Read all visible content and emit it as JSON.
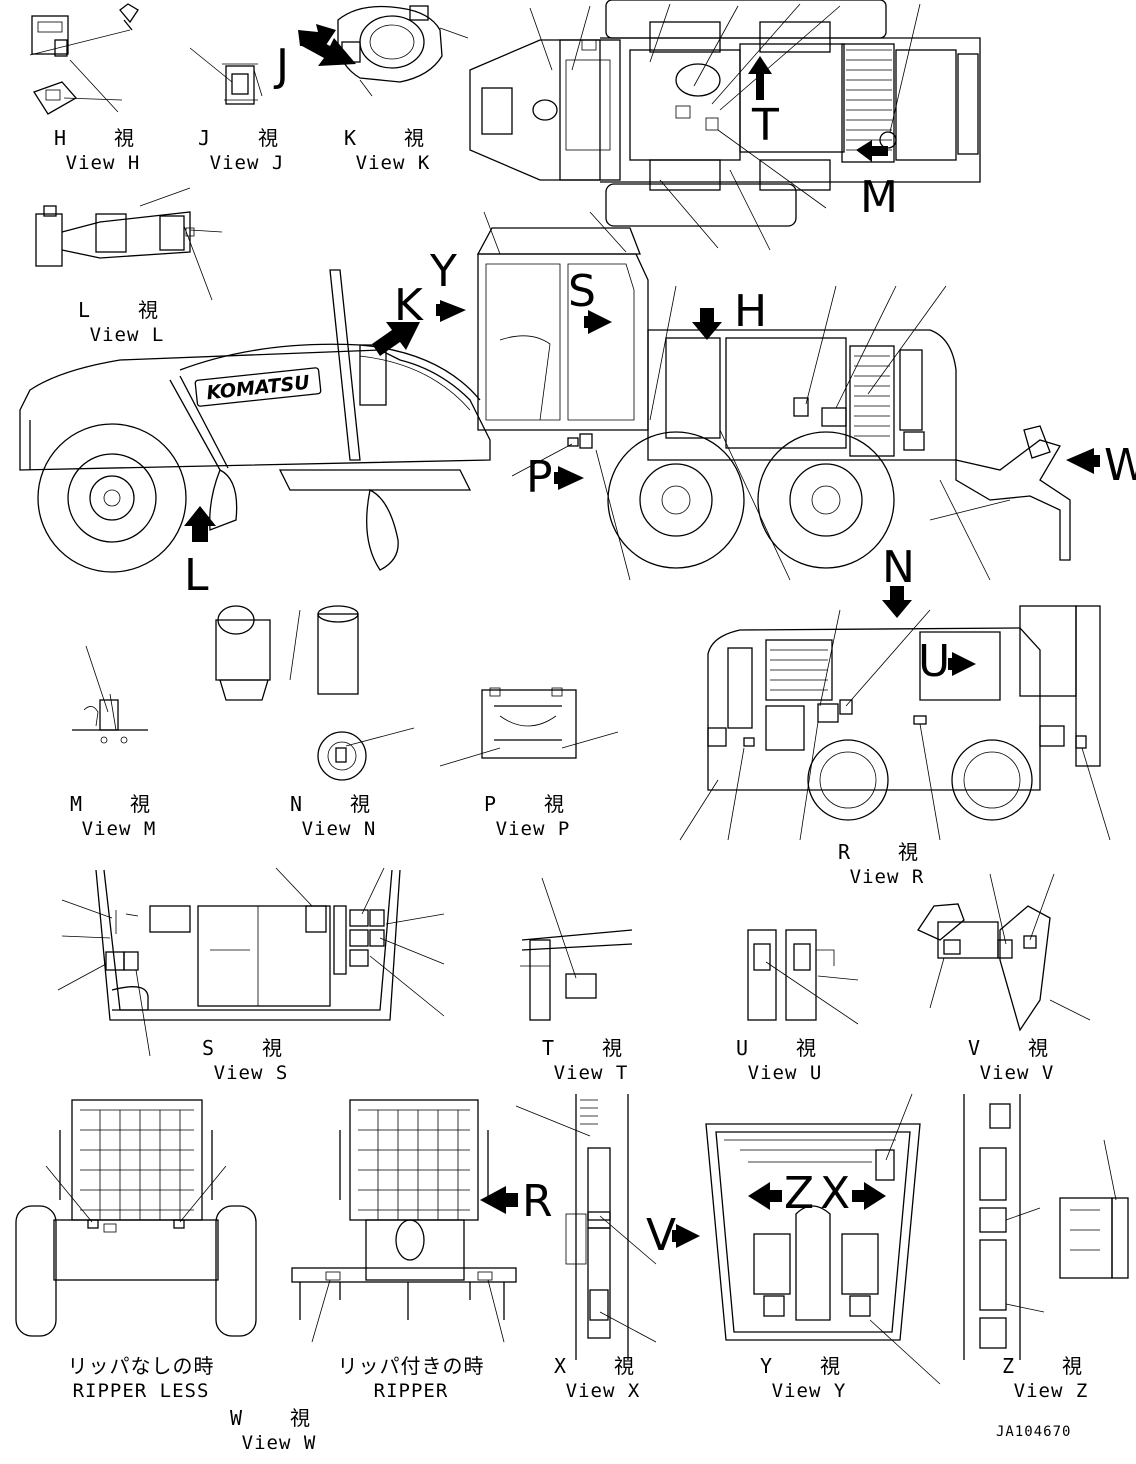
{
  "drawing": {
    "code": "JA104670",
    "brand": "KOMATSU"
  },
  "views": {
    "H": {
      "jp": "H 視",
      "en": "View H"
    },
    "J": {
      "jp": "J 視",
      "en": "View J"
    },
    "K": {
      "jp": "K 視",
      "en": "View K"
    },
    "L": {
      "jp": "L 視",
      "en": "View L"
    },
    "M": {
      "jp": "M 視",
      "en": "View M"
    },
    "N": {
      "jp": "N 視",
      "en": "View N"
    },
    "P": {
      "jp": "P 視",
      "en": "View P"
    },
    "R": {
      "jp": "R 視",
      "en": "View R"
    },
    "S": {
      "jp": "S 視",
      "en": "View S"
    },
    "T": {
      "jp": "T 視",
      "en": "View T"
    },
    "U": {
      "jp": "U 視",
      "en": "View U"
    },
    "V": {
      "jp": "V 視",
      "en": "View V"
    },
    "W": {
      "jp": "W 視",
      "en": "View W"
    },
    "X": {
      "jp": "X 視",
      "en": "View X"
    },
    "Y": {
      "jp": "Y 視",
      "en": "View Y"
    },
    "Z": {
      "jp": "Z 視",
      "en": "View Z"
    }
  },
  "ripper_less": {
    "jp": "リッパなしの時",
    "en": "RIPPER LESS"
  },
  "ripper": {
    "jp": "リッパ付きの時",
    "en": "RIPPER"
  },
  "arrow_labels": {
    "J": "J",
    "K": "K",
    "Y": "Y",
    "S": "S",
    "H": "H",
    "T": "T",
    "M": "M",
    "P": "P",
    "L": "L",
    "W": "W",
    "N": "N",
    "U": "U",
    "R": "R",
    "V": "V",
    "Z": "Z",
    "X": "X"
  }
}
